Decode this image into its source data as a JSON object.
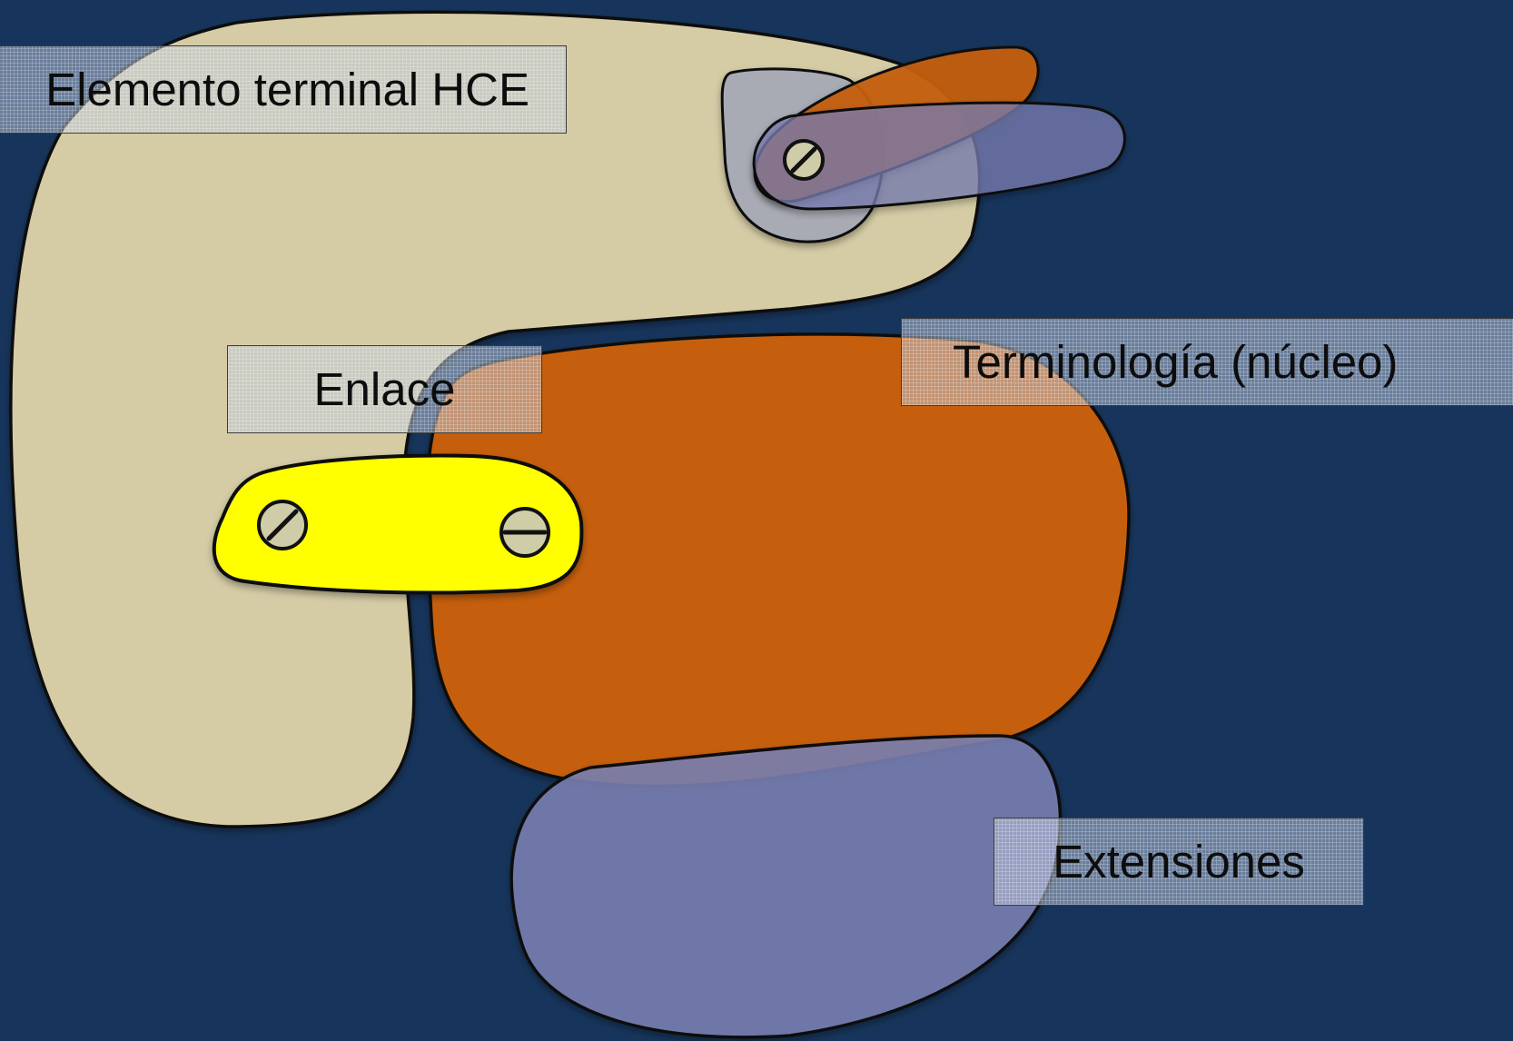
{
  "labels": {
    "hce": "Elemento terminal HCE",
    "enlace": "Enlace",
    "terminologia": "Terminología (núcleo)",
    "extensiones": "Extensiones"
  },
  "icons": {
    "screws": [
      "screw-icon",
      "screw-icon",
      "screw-icon"
    ]
  },
  "colors": {
    "background": "#17355c",
    "hce_element": "#d5cca6",
    "terminology_core": "#c65f0f",
    "extensions": "#7a7fb3",
    "link": "#ffff00",
    "connector": "#a8aab4",
    "outline": "#111111"
  }
}
